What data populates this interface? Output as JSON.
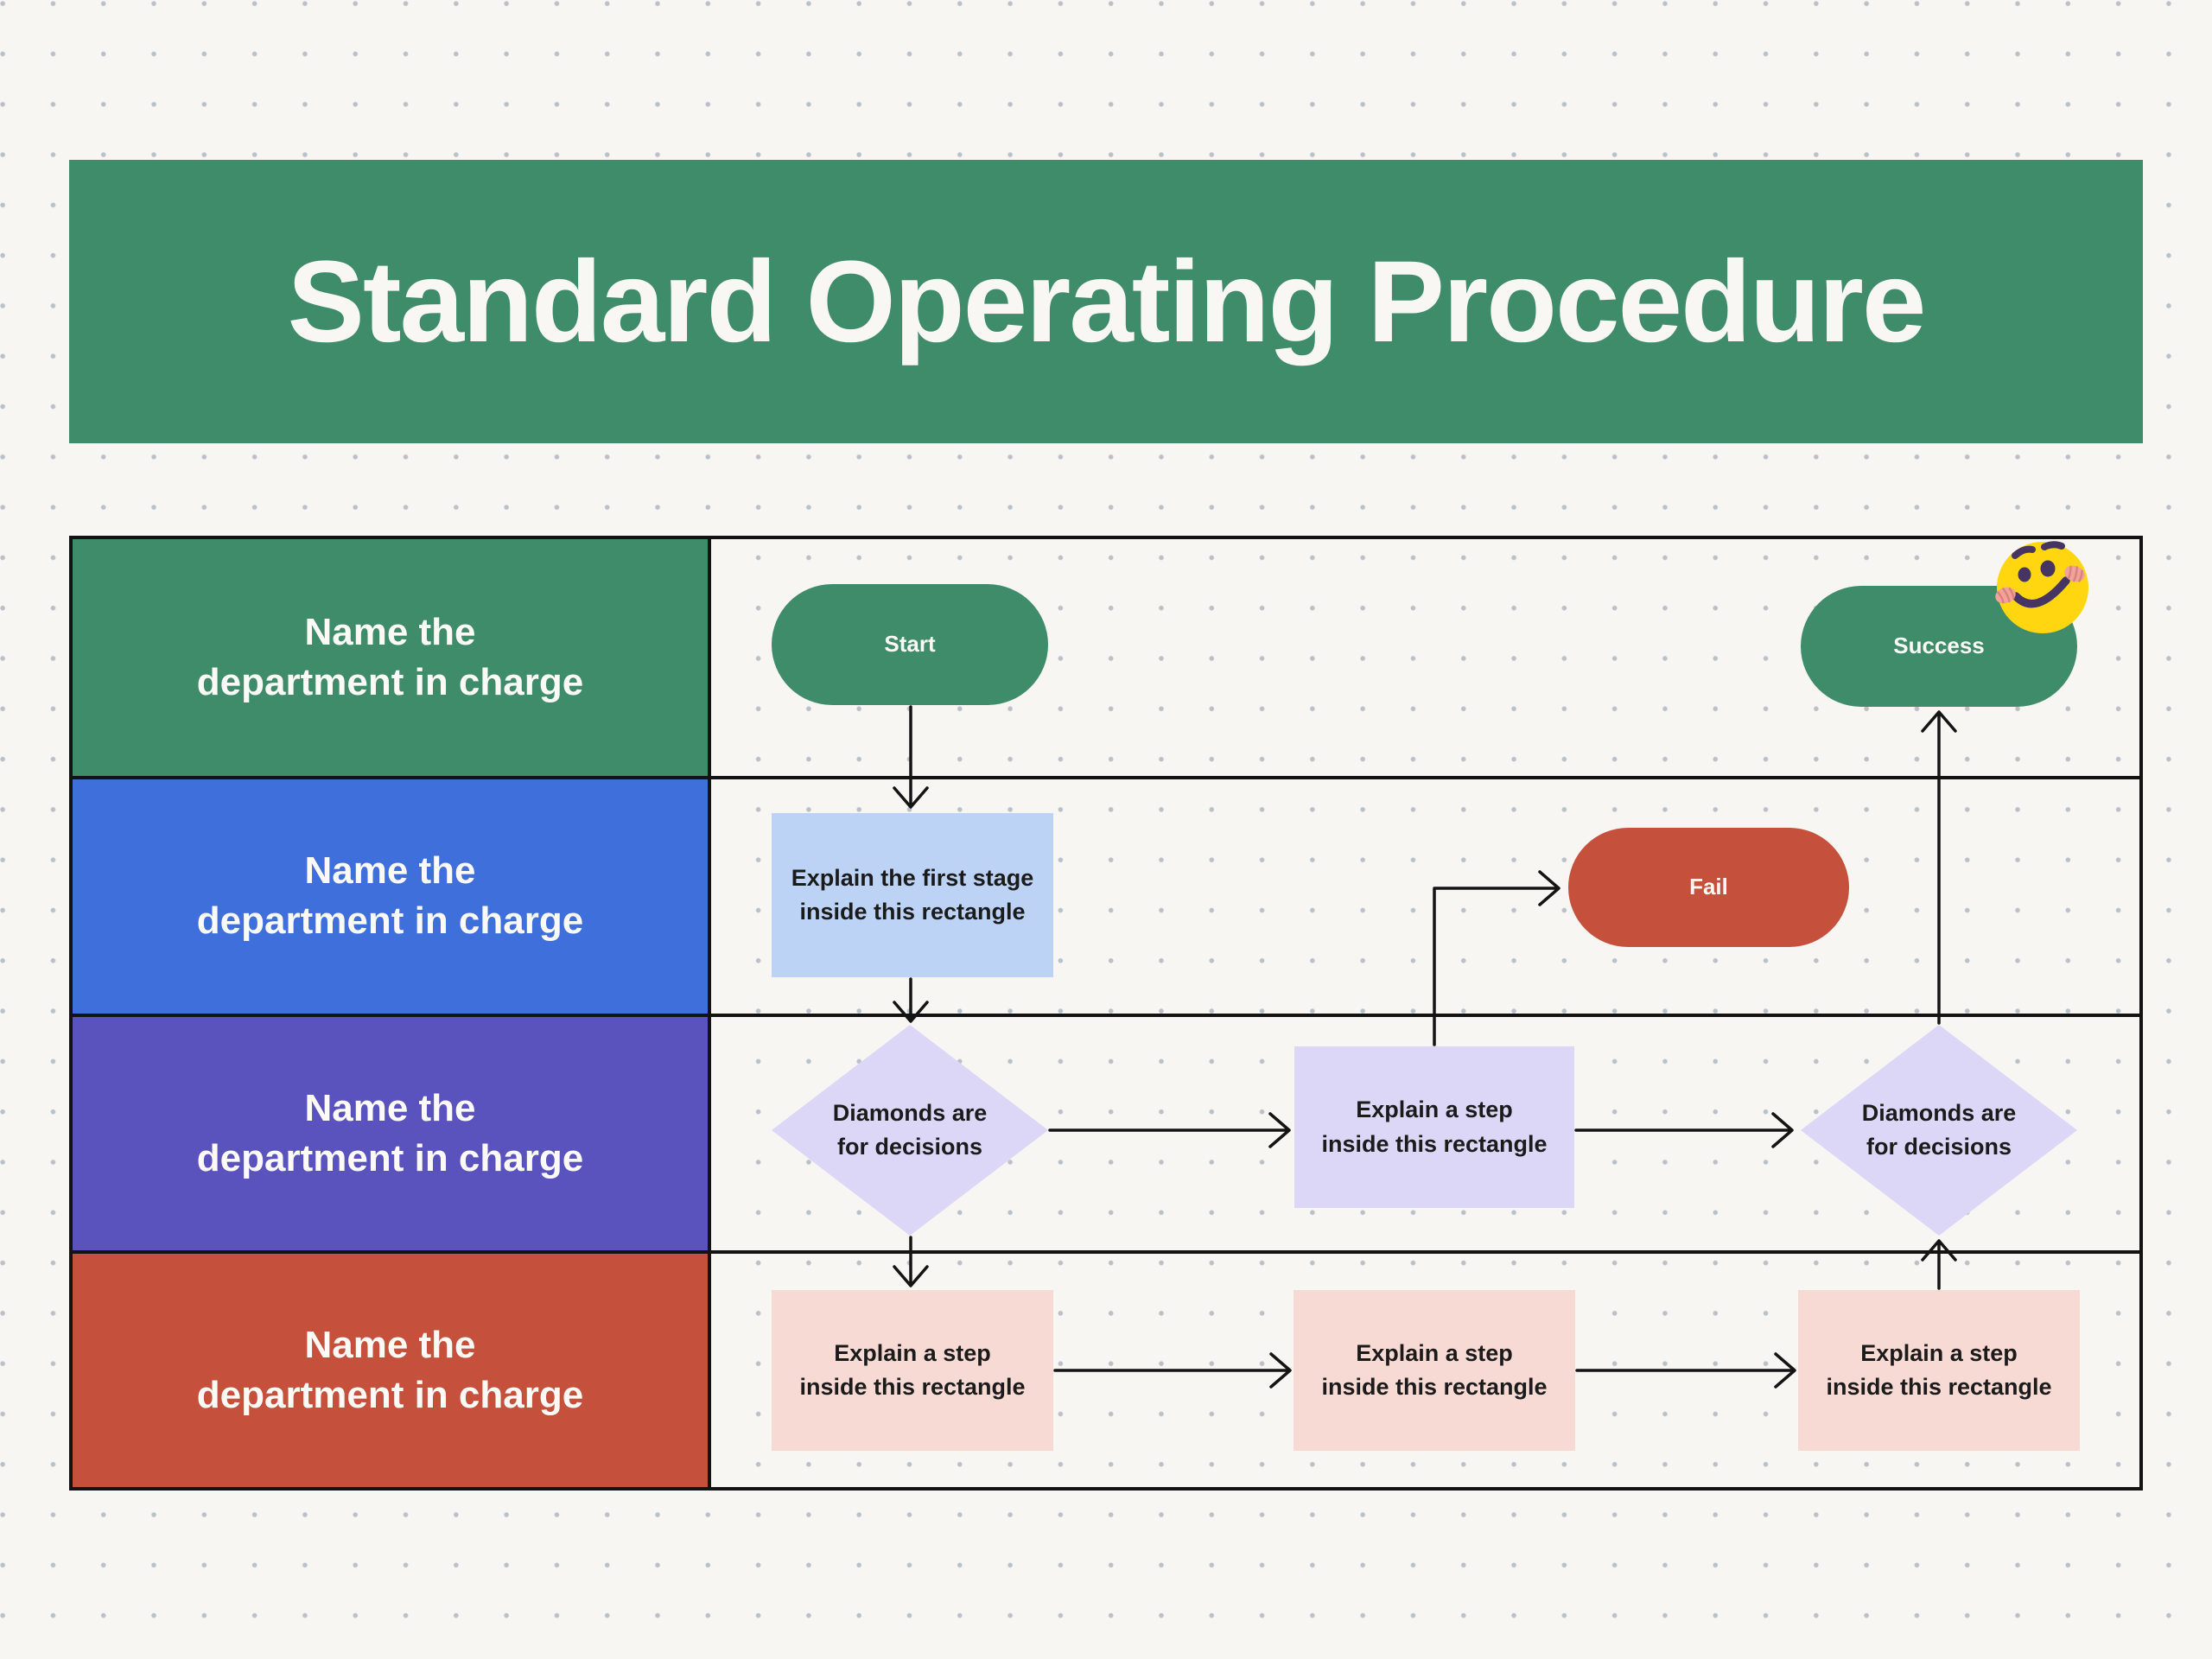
{
  "title": "Standard Operating Procedure",
  "lanes": [
    {
      "line1": "Name the",
      "line2": "department in charge",
      "color": "#3F8C6B"
    },
    {
      "line1": "Name the",
      "line2": "department in charge",
      "color": "#3E6FDA"
    },
    {
      "line1": "Name the",
      "line2": "department in charge",
      "color": "#5A52BD"
    },
    {
      "line1": "Name the",
      "line2": "department in charge",
      "color": "#C5503C"
    }
  ],
  "shapes": {
    "start": {
      "label": "Start"
    },
    "success": {
      "label": "Success"
    },
    "fail": {
      "label": "Fail"
    },
    "stage1": {
      "line1": "Explain the first stage",
      "line2": "inside this rectangle"
    },
    "decision1": {
      "line1": "Diamonds are",
      "line2": "for decisions"
    },
    "step_mid": {
      "line1": "Explain a step",
      "line2": "inside this rectangle"
    },
    "decision2": {
      "line1": "Diamonds are",
      "line2": "for decisions"
    },
    "step1": {
      "line1": "Explain a step",
      "line2": "inside this rectangle"
    },
    "step2": {
      "line1": "Explain a step",
      "line2": "inside this rectangle"
    },
    "step3": {
      "line1": "Explain a step",
      "line2": "inside this rectangle"
    }
  },
  "icons": {
    "smiley": "celebrating-smiley-emoji"
  },
  "colors": {
    "banner_green": "#3F8C6B",
    "lane_blue": "#3E6FDA",
    "lane_purple": "#5A52BD",
    "lane_red": "#C5503C",
    "pill_green": "#3F8C6B",
    "pill_red": "#C5503C",
    "rect_light_blue": "#BCD3F5",
    "rect_lavender": "#DCD7F7",
    "rect_pink": "#F8DAD4",
    "background": "#F7F6F3",
    "grid_dot": "#B9C0C7",
    "line_black": "#141414",
    "text_dark": "#1B1B1B",
    "text_light": "#F8F7F4",
    "emoji_yellow": "#FFD60F",
    "emoji_features": "#463562",
    "emoji_pink": "#F0A39C"
  }
}
